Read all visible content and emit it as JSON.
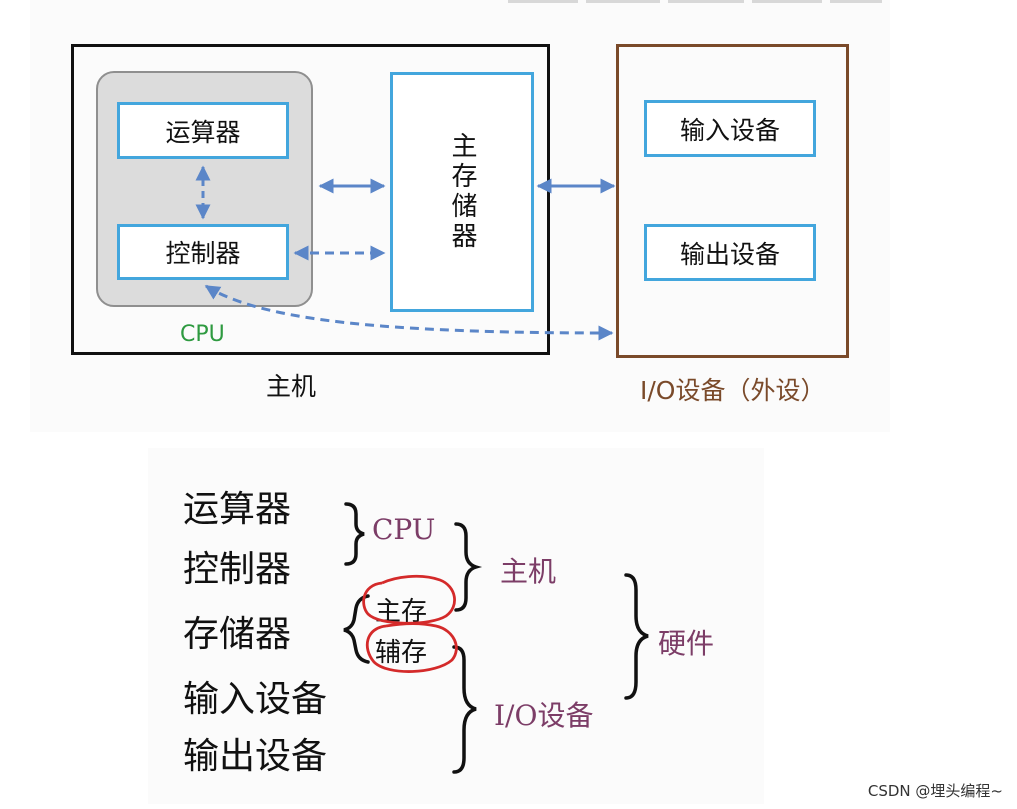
{
  "diagram": {
    "cpu_unit": {
      "alu_label": "运算器",
      "control_label": "控制器",
      "caption": "CPU"
    },
    "main_memory_label": "主存储器",
    "host_caption": "主机",
    "io": {
      "input_label": "输入设备",
      "output_label": "输出设备",
      "caption": "I/O设备（外设）"
    },
    "colors": {
      "module_border": "#43a6dd",
      "arrow": "#5b86c8",
      "cpu_caption": "#2e9a40",
      "io_border": "#7a4a2a",
      "host_border": "#111111"
    }
  },
  "classification": {
    "items": {
      "alu": "运算器",
      "control": "控制器",
      "memory": "存储器",
      "input": "输入设备",
      "output": "输出设备"
    },
    "memory_types": {
      "main": "主存",
      "secondary": "辅存"
    },
    "groups": {
      "cpu": "CPU",
      "host": "主机",
      "io": "I/O设备",
      "hardware": "硬件"
    },
    "colors": {
      "group_text": "#7c3d67",
      "circle": "#d42a2a"
    }
  },
  "watermark": "CSDN @埋头编程~"
}
